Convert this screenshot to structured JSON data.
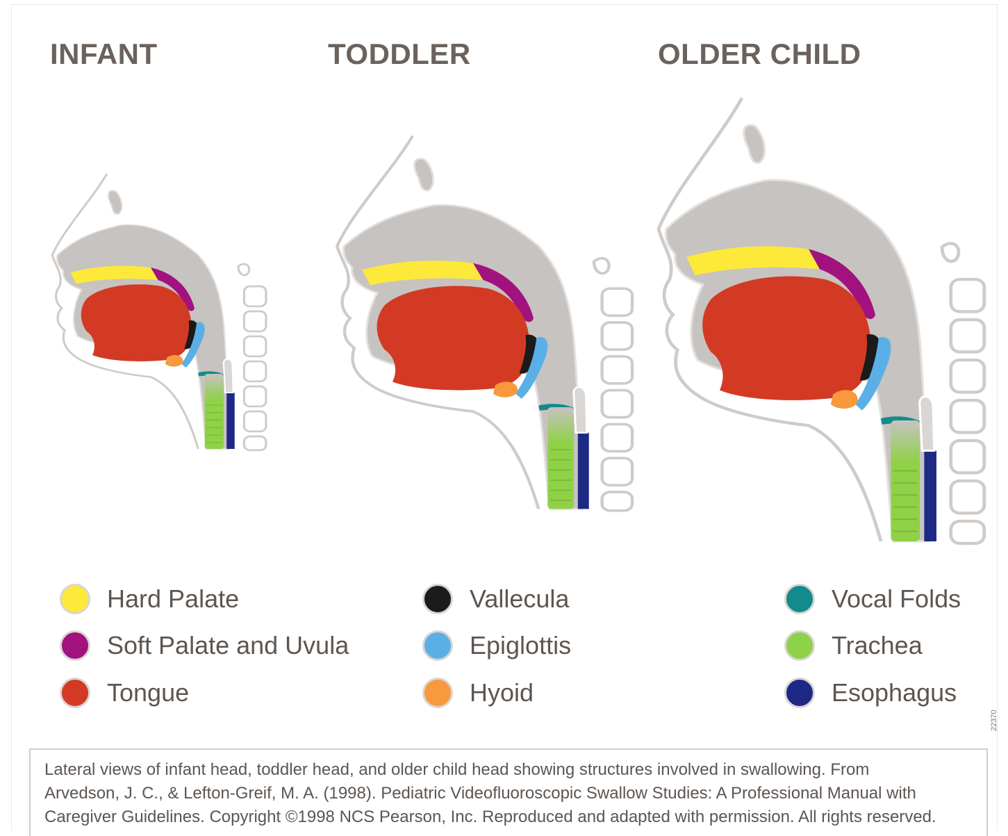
{
  "headings": {
    "infant": "INFANT",
    "toddler": "TODDLER",
    "older_child": "OLDER CHILD"
  },
  "colors": {
    "hard_palate": "#fde93a",
    "soft_palate": "#a2127f",
    "tongue": "#d33a24",
    "vallecula": "#1b1b1b",
    "epiglottis": "#5ab0e6",
    "hyoid": "#f7993c",
    "vocal_folds": "#138a8c",
    "trachea": "#8fd147",
    "esophagus": "#1d2a85",
    "tissue": "#c7c3c0"
  },
  "legend": [
    {
      "label": "Hard Palate",
      "color": "#fde93a"
    },
    {
      "label": "Soft Palate and Uvula",
      "color": "#a2127f"
    },
    {
      "label": "Tongue",
      "color": "#d33a24"
    },
    {
      "label": "Vallecula",
      "color": "#1b1b1b"
    },
    {
      "label": "Epiglottis",
      "color": "#5ab0e6"
    },
    {
      "label": "Hyoid",
      "color": "#f7993c"
    },
    {
      "label": "Vocal Folds",
      "color": "#138a8c"
    },
    {
      "label": "Trachea",
      "color": "#8fd147"
    },
    {
      "label": "Esophagus",
      "color": "#1d2a85"
    }
  ],
  "caption": {
    "line1": "Lateral views of infant head, toddler head, and older child head showing structures involved in swallowing. From",
    "line2": "Arvedson, J. C., & Lefton-Greif, M. A. (1998). Pediatric Videofluoroscopic Swallow Studies: A Professional Manual with",
    "line3": "Caregiver Guidelines. Copyright ©1998 NCS Pearson, Inc. Reproduced and adapted with permission. All rights reserved."
  },
  "figure_code": "22370"
}
